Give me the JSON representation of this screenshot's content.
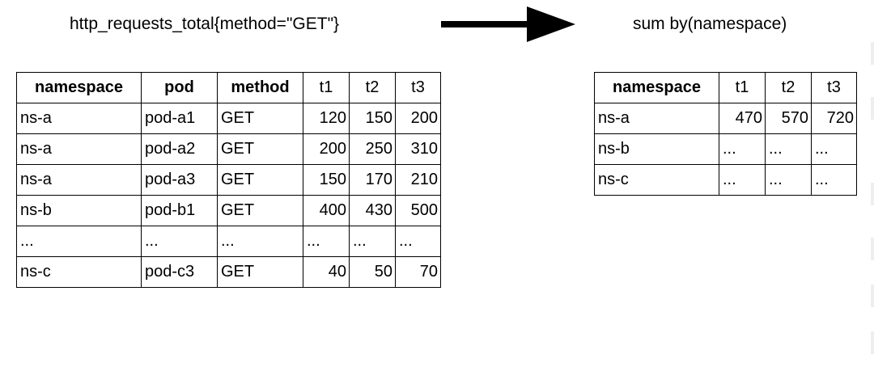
{
  "left_caption": "http_requests_total{method=\"GET\"}",
  "right_caption": "sum by(namespace)",
  "source_table": {
    "headers": [
      "namespace",
      "pod",
      "method",
      "t1",
      "t2",
      "t3"
    ],
    "rows": [
      [
        "ns-a",
        "pod-a1",
        "GET",
        "120",
        "150",
        "200"
      ],
      [
        "ns-a",
        "pod-a2",
        "GET",
        "200",
        "250",
        "310"
      ],
      [
        "ns-a",
        "pod-a3",
        "GET",
        "150",
        "170",
        "210"
      ],
      [
        "ns-b",
        "pod-b1",
        "GET",
        "400",
        "430",
        "500"
      ],
      [
        "...",
        "...",
        "...",
        "...",
        "...",
        "..."
      ],
      [
        "ns-c",
        "pod-c3",
        "GET",
        "40",
        "50",
        "70"
      ]
    ]
  },
  "result_table": {
    "headers": [
      "namespace",
      "t1",
      "t2",
      "t3"
    ],
    "rows": [
      [
        "ns-a",
        "470",
        "570",
        "720"
      ],
      [
        "ns-b",
        "...",
        "...",
        "..."
      ],
      [
        "ns-c",
        "...",
        "...",
        "..."
      ]
    ]
  }
}
